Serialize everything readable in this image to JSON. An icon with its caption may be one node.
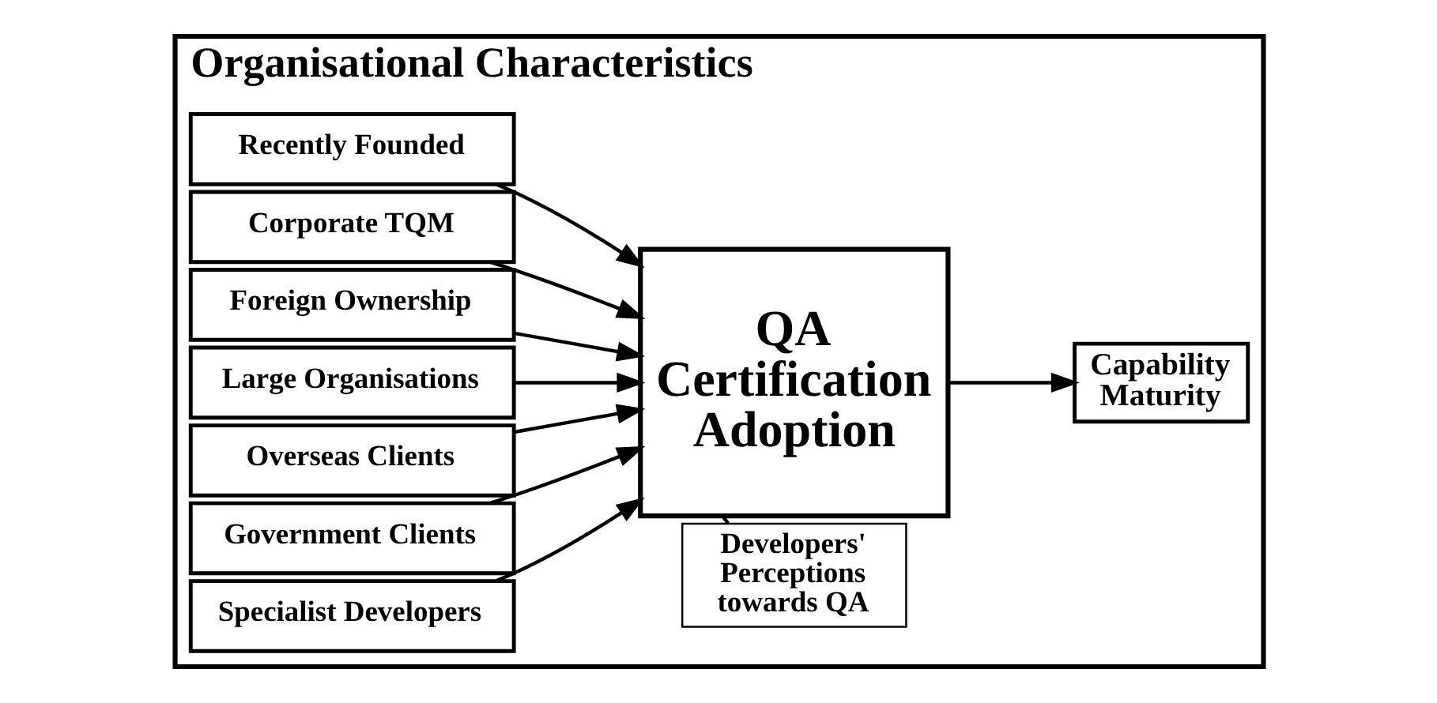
{
  "diagram": {
    "nodes": [
      {
        "text": [
          "Organisational Characteristics"
        ]
      },
      {
        "text": [
          "Specialist Developers"
        ],
        "in": 0
      },
      {
        "text": [
          "Government Clients"
        ],
        "in": 0
      },
      {
        "text": [
          "Overseas Clients"
        ],
        "in": 0
      },
      {
        "text": [
          "Large Organisations"
        ],
        "in": 0
      },
      {
        "text": [
          "Foreign Ownership"
        ],
        "in": 0
      },
      {
        "text": [
          "Corporate TQM"
        ],
        "in": 0
      },
      {
        "text": [
          "Recently Founded"
        ],
        "in": 0
      },
      {
        "text": [
          "Developers' Perceptions towards QA"
        ],
        "in": 0
      },
      {
        "text": [
          "QA Certification Adoption"
        ],
        "in": 0
      },
      {
        "text": [
          "Capability Maturity"
        ],
        "in": 0
      }
    ],
    "edges": [
      {
        "from": 1,
        "to": 9,
        "arrow": "to"
      },
      {
        "from": 2,
        "to": 9,
        "arrow": "to"
      },
      {
        "from": 3,
        "to": 9,
        "arrow": "to"
      },
      {
        "from": 4,
        "to": 9,
        "arrow": "to"
      },
      {
        "from": 5,
        "to": 9,
        "arrow": "to"
      },
      {
        "from": 6,
        "to": 9,
        "arrow": "to"
      },
      {
        "from": 7,
        "to": 9,
        "arrow": "to"
      },
      {
        "from": 8,
        "to": 9,
        "arrow": "none"
      },
      {
        "from": 9,
        "to": 10,
        "arrow": "to"
      }
    ]
  }
}
